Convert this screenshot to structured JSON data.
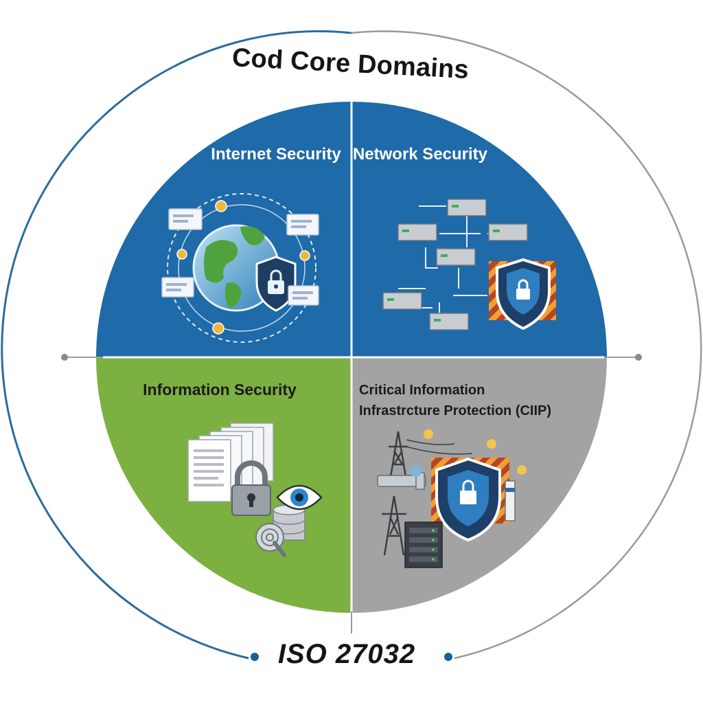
{
  "title": "Cod Core Domains",
  "footer": "ISO 27032",
  "quadrants": {
    "internet": {
      "label": "Internet Security",
      "color": "#1f6aa8"
    },
    "network": {
      "label": "Network Security",
      "color": "#1f6aa8"
    },
    "information": {
      "label": "Information Security",
      "color": "#7cb040"
    },
    "ciip": {
      "label_line1": "Critical Information",
      "label_line2": "Infrastrcture Protection (CIIP)",
      "color": "#a3a3a3"
    }
  },
  "icons": {
    "internet": [
      "globe-icon",
      "shield-lock-icon",
      "browser-window-icon"
    ],
    "network": [
      "server-icon",
      "shield-lock-icon",
      "warning-stripes-icon"
    ],
    "information": [
      "document-stack-icon",
      "padlock-icon",
      "eye-icon",
      "database-icon",
      "fingerprint-icon"
    ],
    "ciip": [
      "power-tower-icon",
      "shield-lock-icon",
      "server-rack-icon",
      "pipeline-icon",
      "factory-icon"
    ]
  }
}
